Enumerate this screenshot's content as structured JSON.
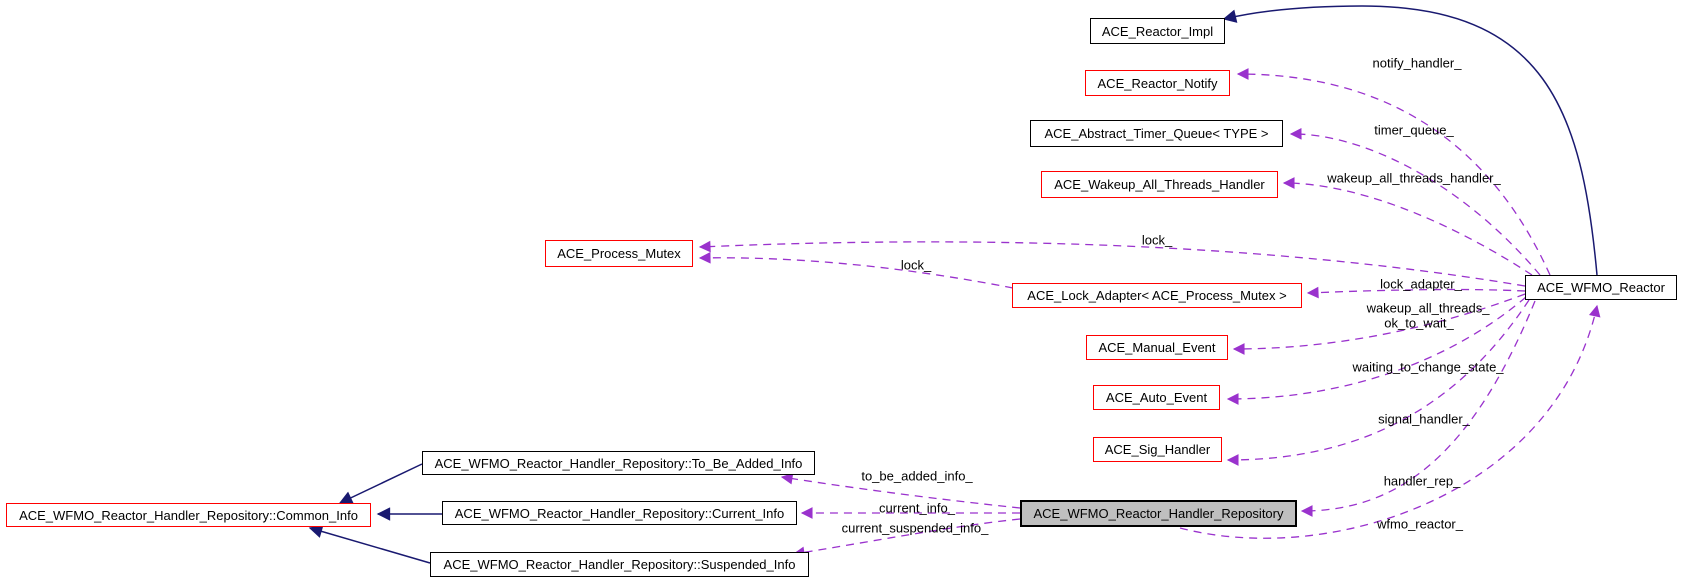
{
  "diagram": {
    "kind": "class-collaboration-graph",
    "focus_class": "ACE_WFMO_Reactor_Handler_Repository"
  },
  "colors": {
    "background": "#ffffff",
    "text": "#000000",
    "node_fill": "#ffffff",
    "node_border": "#000000",
    "node_border_truncated": "#ff0000",
    "focus_fill": "#bfbfbf",
    "edge_inheritance": "#191970",
    "edge_member": "#9a32cd"
  },
  "nodes": {
    "reactor_impl": {
      "label": "ACE_Reactor_Impl"
    },
    "reactor_notify": {
      "label": "ACE_Reactor_Notify"
    },
    "abstract_timer_queue": {
      "label": "ACE_Abstract_Timer_Queue< TYPE >"
    },
    "wakeup_all_threads_handler": {
      "label": "ACE_Wakeup_All_Threads_Handler"
    },
    "process_mutex": {
      "label": "ACE_Process_Mutex"
    },
    "lock_adapter": {
      "label": "ACE_Lock_Adapter< ACE_Process_Mutex >"
    },
    "manual_event": {
      "label": "ACE_Manual_Event"
    },
    "auto_event": {
      "label": "ACE_Auto_Event"
    },
    "sig_handler": {
      "label": "ACE_Sig_Handler"
    },
    "wfmo_reactor": {
      "label": "ACE_WFMO_Reactor"
    },
    "repository": {
      "label": "ACE_WFMO_Reactor_Handler_Repository"
    },
    "to_be_added_info": {
      "label": "ACE_WFMO_Reactor_Handler_Repository::To_Be_Added_Info"
    },
    "current_info": {
      "label": "ACE_WFMO_Reactor_Handler_Repository::Current_Info"
    },
    "suspended_info": {
      "label": "ACE_WFMO_Reactor_Handler_Repository::Suspended_Info"
    },
    "common_info": {
      "label": "ACE_WFMO_Reactor_Handler_Repository::Common_Info"
    }
  },
  "edge_labels": {
    "notify_handler": "notify_handler_",
    "timer_queue": "timer_queue_",
    "wakeup_all_threads_handler": "wakeup_all_threads_handler_",
    "lock_wfmo": "lock_",
    "lock_from_adapter": "lock_",
    "lock_adapter_member": "lock_adapter_",
    "wakeup_all_threads": "wakeup_all_threads_",
    "ok_to_wait": "ok_to_wait_",
    "waiting_to_change_state": "waiting_to_change_state_",
    "signal_handler": "signal_handler_",
    "handler_rep": "handler_rep_",
    "wfmo_reactor": "wfmo_reactor_",
    "to_be_added_info": "to_be_added_info_",
    "current_info": "current_info_",
    "current_suspended_info": "current_suspended_info_"
  }
}
